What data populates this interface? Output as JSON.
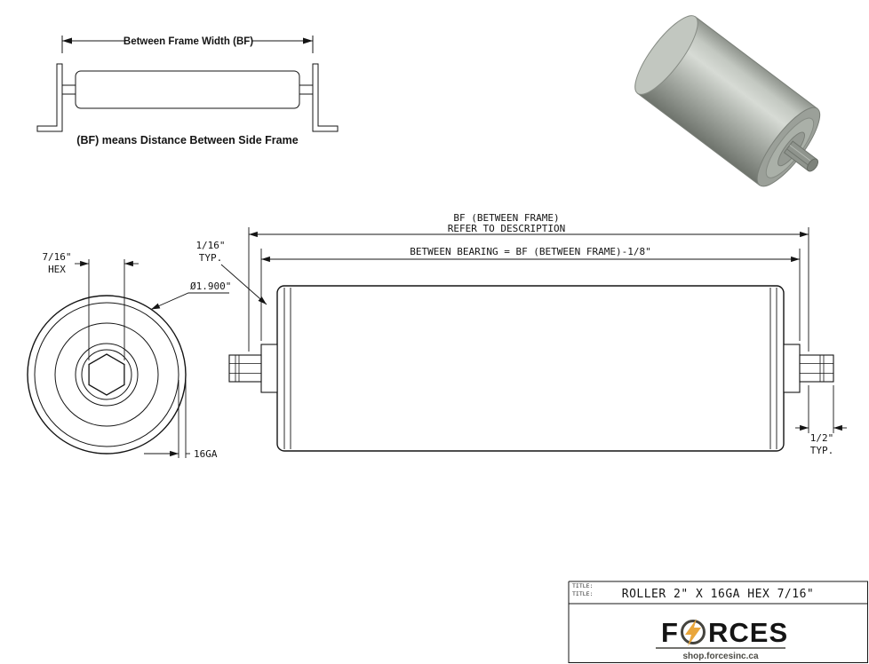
{
  "frame_diagram": {
    "dim_label": "Between Frame Width (BF)",
    "caption": "(BF) means Distance Between Side Frame"
  },
  "end_view": {
    "hex_size": "7/16\"",
    "hex_label": "HEX",
    "diameter": "Ø1.900\"",
    "gauge": "16GA"
  },
  "side_view": {
    "bf_label_line1": "BF (BETWEEN FRAME)",
    "bf_label_line2": "REFER TO DESCRIPTION",
    "between_bearing_label": "BETWEEN BEARING = BF (BETWEEN FRAME)-1/8\"",
    "left_offset_value": "1/16\"",
    "left_offset_typ": "TYP.",
    "right_offset_value": "1/2\"",
    "right_offset_typ": "TYP."
  },
  "title_block": {
    "field_label_1": "TITLE:",
    "field_label_2": "TITLE:",
    "title": "ROLLER 2\" X 16GA HEX 7/16\"",
    "brand_prefix": "F",
    "brand_suffix": "RCES",
    "website": "shop.forcesinc.ca",
    "brand_color": "#45443e",
    "bolt_color": "#e9a63b"
  }
}
